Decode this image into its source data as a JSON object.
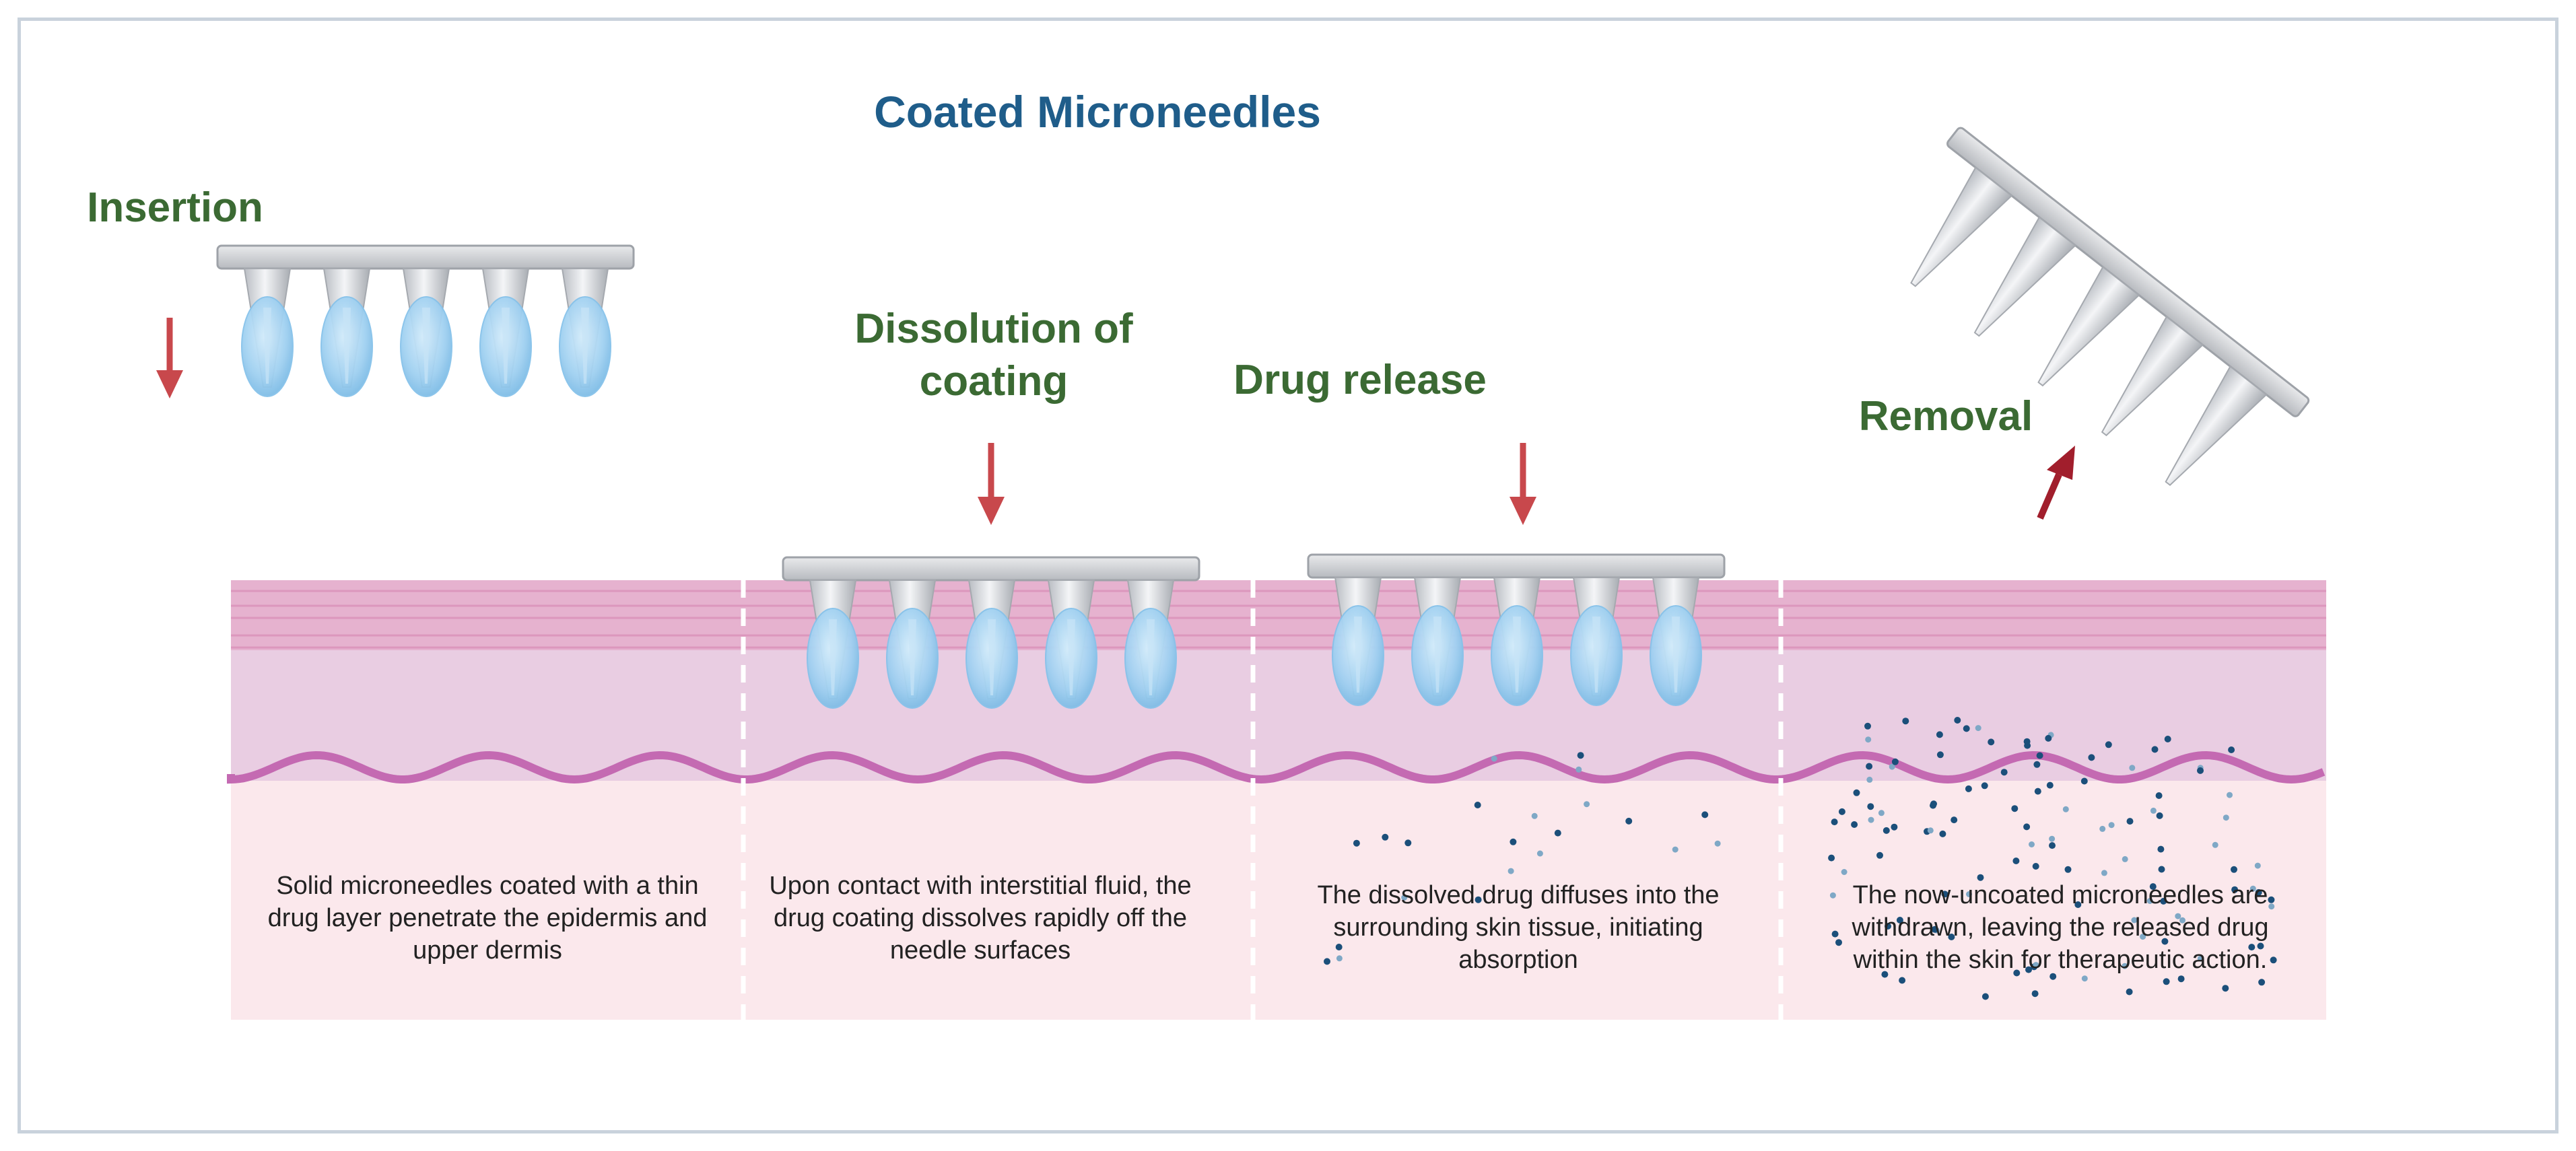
{
  "title": "Coated Microneedles",
  "steps": [
    {
      "label": "Insertion",
      "description": "Solid microneedles coated with a thin drug layer penetrate the epidermis and upper dermis"
    },
    {
      "label": "Dissolution of coating",
      "description": "Upon contact with interstitial fluid, the drug coating dissolves rapidly off the needle surfaces"
    },
    {
      "label": "Drug release",
      "description": "The dissolved drug diffuses into the surrounding skin tissue, initiating absorption"
    },
    {
      "label": "Removal",
      "description": "The now-uncoated microneedles are withdrawn, leaving the released drug within the skin for therapeutic action."
    }
  ],
  "colors": {
    "title": "#1f5d8a",
    "step_label": "#3b6a33",
    "arrow": "#c8484c",
    "epidermis": "#e6b2cf",
    "dermis_upper": "#e9cde2",
    "dermis_lower": "#fbe8ec",
    "basement_line": "#c46ab2",
    "needle": "#cfd2d6",
    "coating": "#9fd0f1",
    "drug_particle": "#1b4f7a"
  },
  "icons": [
    "microneedle-patch-icon",
    "drug-coating-icon",
    "arrow-down-icon",
    "arrow-up-icon",
    "drug-particle-icon"
  ]
}
